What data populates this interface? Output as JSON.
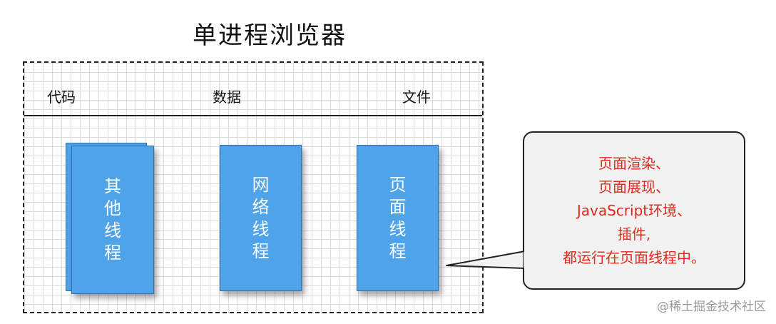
{
  "title": "单进程浏览器",
  "resources": [
    "代码",
    "数据",
    "文件"
  ],
  "threads": [
    {
      "label": "其他线程"
    },
    {
      "label": "网络线程"
    },
    {
      "label": "页面线程"
    }
  ],
  "callout": {
    "lines": [
      "页面渲染、",
      "页面展现、",
      "JavaScript环境、",
      "插件,",
      "都运行在页面线程中。"
    ],
    "text_color": "#e0281c"
  },
  "watermark": "@稀土掘金技术社区",
  "colors": {
    "thread_fill": "#4fa3e8",
    "grid_line": "#dcdcdc"
  }
}
